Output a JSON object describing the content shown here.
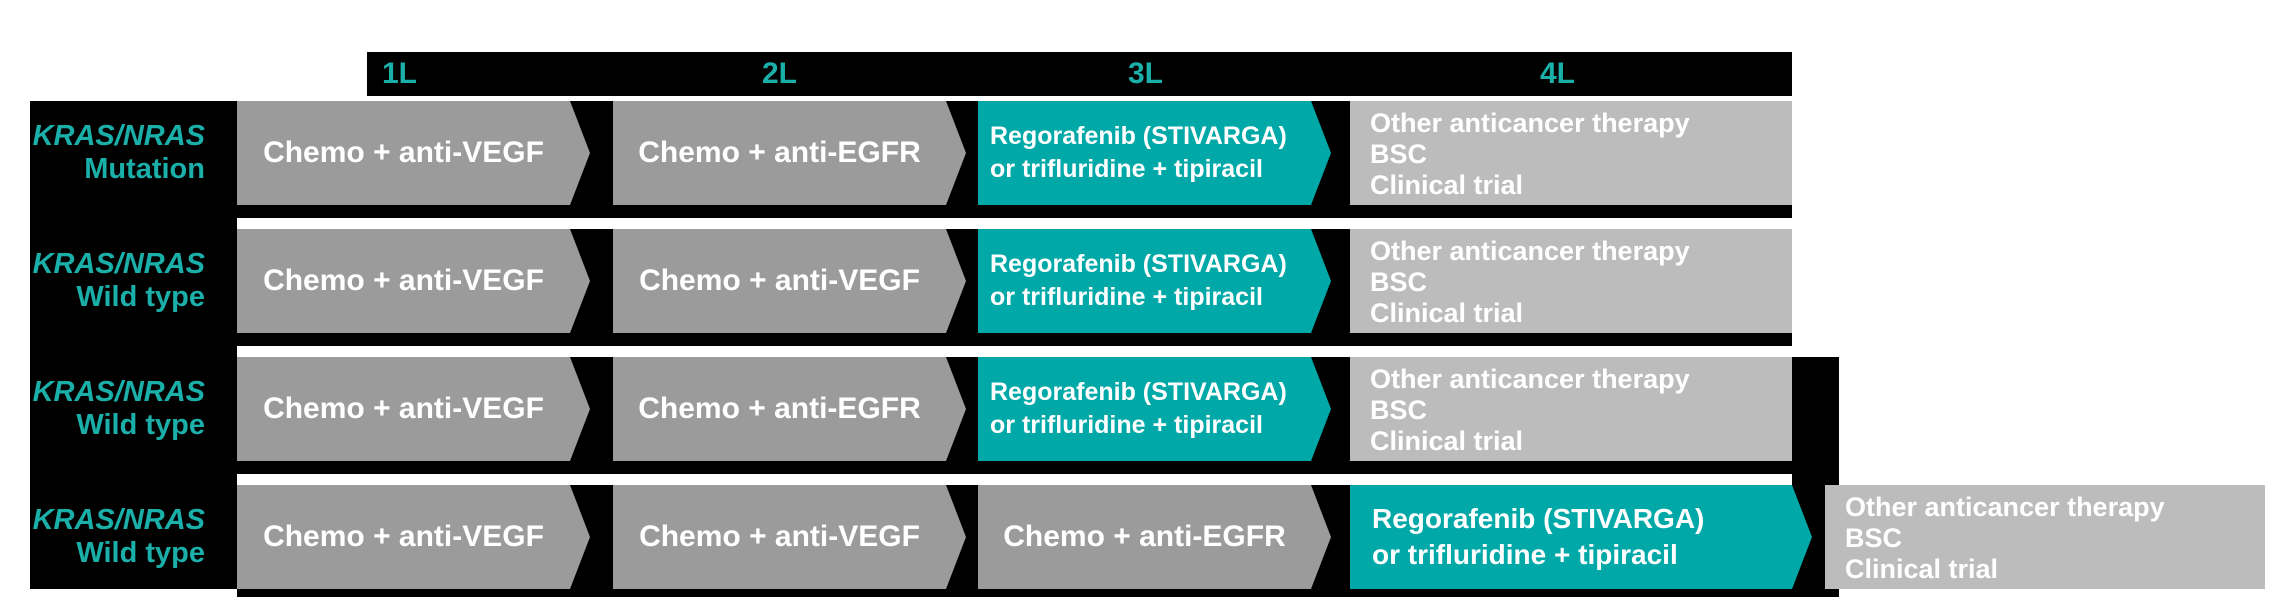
{
  "colors": {
    "background": "#FFFFFF",
    "band_black": "#000000",
    "teal_box": "#00A9A7",
    "teal_text": "#1AAFA9",
    "gray_box": "#9B9B9B",
    "light_gray_box": "#BCBCBC",
    "box_text": "#FFFFFF"
  },
  "header": {
    "columns": [
      "1L",
      "2L",
      "3L",
      "4L"
    ]
  },
  "rows": [
    {
      "group": {
        "gene": "KRAS/NRAS",
        "status": "Mutation"
      },
      "boxes": [
        {
          "lines": [
            "Chemo + anti-VEGF"
          ]
        },
        {
          "lines": [
            "Chemo + anti-EGFR"
          ]
        },
        {
          "lines": [
            "Regorafenib (STIVARGA)",
            "or trifluridine + tipiracil"
          ]
        },
        {
          "lines": [
            "Other anticancer therapy",
            "BSC",
            "Clinical trial"
          ]
        }
      ]
    },
    {
      "group": {
        "gene": "KRAS/NRAS",
        "status": "Wild type"
      },
      "boxes": [
        {
          "lines": [
            "Chemo + anti-VEGF"
          ]
        },
        {
          "lines": [
            "Chemo + anti-VEGF"
          ]
        },
        {
          "lines": [
            "Regorafenib (STIVARGA)",
            "or trifluridine + tipiracil"
          ]
        },
        {
          "lines": [
            "Other anticancer therapy",
            "BSC",
            "Clinical trial"
          ]
        }
      ]
    },
    {
      "group": {
        "gene": "KRAS/NRAS",
        "status": "Wild type"
      },
      "boxes": [
        {
          "lines": [
            "Chemo + anti-VEGF"
          ]
        },
        {
          "lines": [
            "Chemo + anti-EGFR"
          ]
        },
        {
          "lines": [
            "Regorafenib (STIVARGA)",
            "or trifluridine + tipiracil"
          ]
        },
        {
          "lines": [
            "Other anticancer therapy",
            "BSC",
            "Clinical trial"
          ]
        }
      ]
    },
    {
      "group": {
        "gene": "KRAS/NRAS",
        "status": "Wild type"
      },
      "boxes": [
        {
          "lines": [
            "Chemo + anti-VEGF"
          ]
        },
        {
          "lines": [
            "Chemo + anti-VEGF"
          ]
        },
        {
          "lines": [
            "Chemo + anti-EGFR"
          ]
        },
        {
          "lines": [
            "Regorafenib (STIVARGA)",
            "or trifluridine + tipiracil"
          ]
        },
        {
          "lines": [
            "Other anticancer therapy",
            "BSC",
            "Clinical trial"
          ]
        }
      ]
    }
  ]
}
